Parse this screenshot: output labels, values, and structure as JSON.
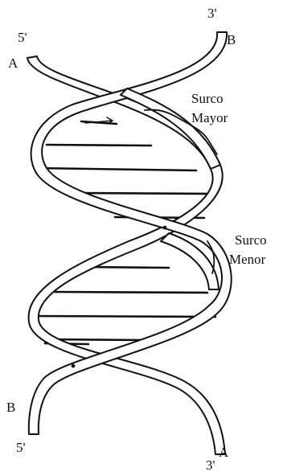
{
  "labels": {
    "top_left_end": "5'",
    "top_right_end": "3'",
    "strand_A_top": "A",
    "strand_B_top": "B",
    "strand_B_bottom": "B",
    "bottom_left_end": "5'",
    "strand_A_bottom": "A",
    "bottom_right_end": "3'",
    "major_groove_line1": "Surco",
    "major_groove_line2": "Mayor",
    "minor_groove_line1": "Surco",
    "minor_groove_line2": "Menor"
  }
}
